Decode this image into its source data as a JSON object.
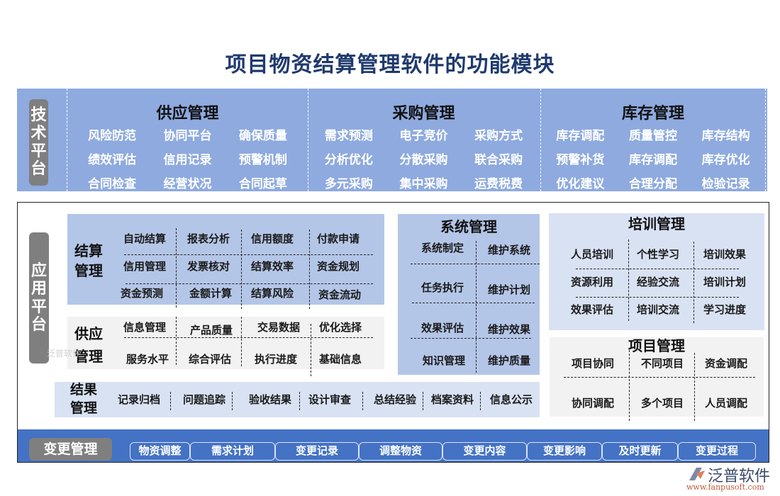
{
  "title": "项目物资结算管理软件的功能模块",
  "tech_platform": {
    "label": [
      "技",
      "术",
      "平",
      "台"
    ],
    "columns": [
      {
        "title": "供应管理",
        "items": [
          "风险防范",
          "协同平台",
          "确保质量",
          "绩效评估",
          "信用记录",
          "预警机制",
          "合同检查",
          "经营状况",
          "合同起草"
        ]
      },
      {
        "title": "采购管理",
        "items": [
          "需求预测",
          "电子竞价",
          "采购方式",
          "分析优化",
          "分散采购",
          "联合采购",
          "多元采购",
          "集中采购",
          "运费税费"
        ]
      },
      {
        "title": "库存管理",
        "items": [
          "库存调配",
          "质量管控",
          "库存结构",
          "预警补货",
          "库存调配",
          "库存优化",
          "优化建议",
          "合理分配",
          "检验记录"
        ]
      }
    ]
  },
  "app_platform": {
    "label": [
      "应",
      "用",
      "平",
      "台"
    ],
    "settlement": {
      "title": [
        "结算",
        "管理"
      ],
      "rows": [
        [
          "自动结算",
          "报表分析",
          "信用额度",
          "付款申请"
        ],
        [
          "信用管理",
          "发票核对",
          "结算效率",
          "资金规划"
        ],
        [
          "资金预测",
          "金额计算",
          "结算风险",
          "资金流动"
        ]
      ]
    },
    "supply": {
      "title": [
        "供应",
        "管理"
      ],
      "rows": [
        [
          "信息管理",
          "产品质量",
          "交易数据",
          "优化选择"
        ],
        [
          "服务水平",
          "综合评估",
          "执行进度",
          "基础信息"
        ]
      ]
    },
    "results": {
      "title": [
        "结果",
        "管理"
      ],
      "items": [
        "记录归档",
        "问题追踪",
        "验收结果",
        "设计审查",
        "总结经验",
        "档案资料",
        "信息公示"
      ]
    },
    "system": {
      "title": "系统管理",
      "rows": [
        [
          "系统制定",
          "维护系统"
        ],
        [
          "任务执行",
          "维护计划"
        ],
        [
          "效果评估",
          "维护效果"
        ],
        [
          "知识管理",
          "维护质量"
        ]
      ]
    },
    "training": {
      "title": "培训管理",
      "rows": [
        [
          "人员培训",
          "个性学习",
          "培训效果"
        ],
        [
          "资源利用",
          "经验交流",
          "培训计划"
        ],
        [
          "效果评估",
          "培训交流",
          "学习进度"
        ]
      ]
    },
    "project": {
      "title": "项目管理",
      "rows": [
        [
          "项目协同",
          "不同项目",
          "资金调配"
        ],
        [
          "协同调配",
          "多个项目",
          "人员调配"
        ]
      ]
    }
  },
  "change_management": {
    "label": "变更管理",
    "items": [
      "物资调整",
      "需求计划",
      "变更记录",
      "调整物资",
      "变更内容",
      "变更影响",
      "及时更新",
      "变更过程"
    ]
  },
  "logo": {
    "name": "泛普软件",
    "url": "www.fanpusoft.com",
    "watermark": "泛普软件"
  },
  "colors": {
    "title": "#1f3a6e",
    "tech_band": "#8eaadf",
    "block_blue": "#b4c6e7",
    "block_lightblue": "#d9e2f3",
    "block_grey": "#f2f2f2",
    "change_band": "#4472c4",
    "label_grey": "#7f7f7f"
  }
}
